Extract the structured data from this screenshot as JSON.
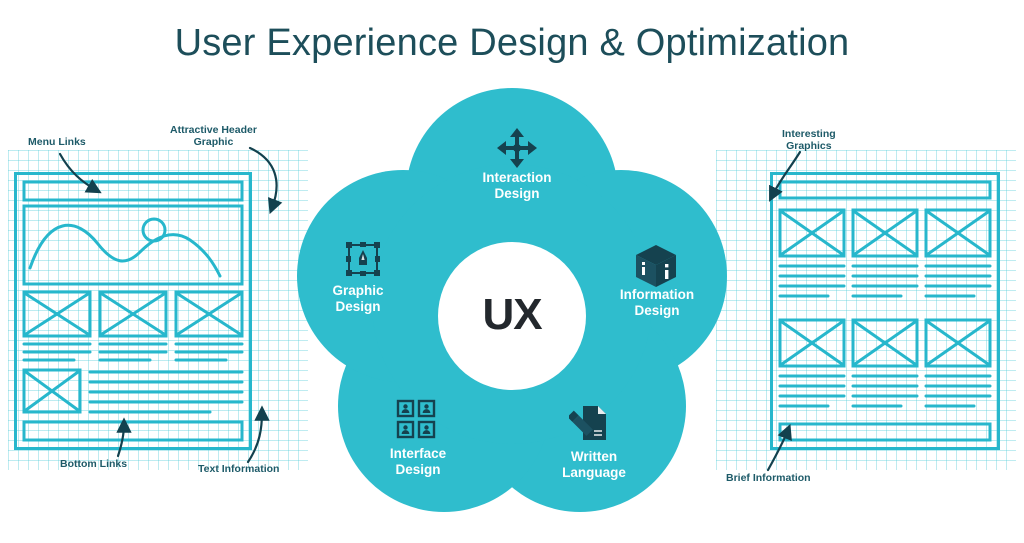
{
  "page": {
    "title": "User Experience Design & Optimization"
  },
  "theme": {
    "flower_color": "#2fbdcd",
    "title_color": "#1d4e5a",
    "wireframe_color": "#27b7cc",
    "callout_color": "#1d5a68",
    "grid_color": "#5dcedb",
    "core_text_color": "#23282d",
    "petal_label_color": "#ffffff",
    "icon_color": "#15424f",
    "background": "#ffffff"
  },
  "core": {
    "label": "UX"
  },
  "petals": [
    {
      "id": "interaction",
      "label": "Interaction\nDesign",
      "icon": "move-arrows-icon"
    },
    {
      "id": "information",
      "label": "Information\nDesign",
      "icon": "cube-info-icon"
    },
    {
      "id": "written",
      "label": "Written\nLanguage",
      "icon": "document-pencil-icon"
    },
    {
      "id": "interface",
      "label": "Interface\nDesign",
      "icon": "grid-users-icon"
    },
    {
      "id": "graphic",
      "label": "Graphic\nDesign",
      "icon": "pen-tool-icon"
    }
  ],
  "left_wireframe": {
    "name": "homepage-wireframe",
    "callouts": [
      {
        "id": "menu-links",
        "text": "Menu Links"
      },
      {
        "id": "attractive-header",
        "text": "Attractive Header\nGraphic"
      },
      {
        "id": "bottom-links",
        "text": "Bottom Links"
      },
      {
        "id": "text-information",
        "text": "Text Information"
      }
    ]
  },
  "right_wireframe": {
    "name": "gallery-wireframe",
    "callouts": [
      {
        "id": "interesting-graphics",
        "text": "Interesting\nGraphics"
      },
      {
        "id": "brief-information",
        "text": "Brief Information"
      }
    ]
  }
}
